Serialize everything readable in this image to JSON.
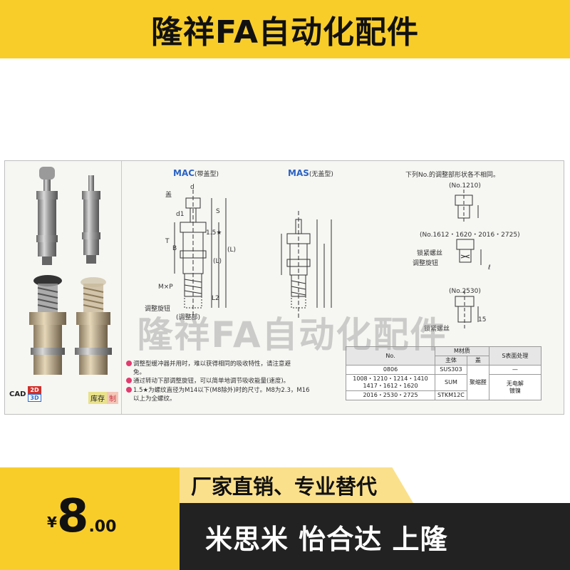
{
  "banner": {
    "title": "隆祥FA自动化配件"
  },
  "panel": {
    "mac_label": "MAC",
    "mac_sub": "(带盖型)",
    "mas_label": "MAS",
    "mas_sub": "(无盖型)",
    "diagram_labels": {
      "cap": "盖",
      "d": "d",
      "d1": "d1",
      "s": "S",
      "t": "T",
      "b": "B",
      "l1_1": "1.5★",
      "l_paren1": "(L)",
      "l_paren2": "(L)",
      "l2": "L2",
      "mxp": "M×P",
      "knob": "调整旋钮",
      "knob_part": "(调整部)"
    },
    "right_heading": "下列No.的调整部形状各不相同。",
    "variant_1210": "(No.1210)",
    "variant_group": "(No.1612・1620・2016・2725)",
    "lock_screw": "锁紧螺丝",
    "adjust_knob": "调整旋钮",
    "variant_2530": "(No.2530)",
    "lock_screw_2": "锁紧螺丝",
    "dim_l": "ℓ",
    "dim_15": "15",
    "notes": [
      "调整型缓冲器并用时，难以获得相同的吸收特性，请注意避",
      "免。",
      "通过转动下部调整旋钮，可以简单地调节吸收能量(速度)。",
      "1.5★为螺纹直径为M14以下(M8除外)时的尺寸。M8为2.3，M16",
      "以上为全螺纹。"
    ],
    "cad_label": "CAD",
    "cad_2d": "2D",
    "cad_3d": "3D",
    "stock_a": "库存",
    "stock_b": "制",
    "table": {
      "col_no": "No.",
      "col_material": "材质",
      "col_material_icon": "M",
      "col_body": "主体",
      "col_cap": "盖",
      "col_surface": "表面处理",
      "col_surface_icon": "S",
      "rows": [
        {
          "no": "0806",
          "body": "SUS303"
        },
        {
          "no": "1008・1210・1214・1410",
          "no2": "1417・1612・1620",
          "body": "SUM"
        },
        {
          "no": "2016・2530・2725",
          "body": "STKM12C"
        }
      ],
      "cap_value": "聚缩醛",
      "surface_first": "—",
      "surface_rest": "无电解",
      "surface_rest2": "镀镍"
    }
  },
  "watermark": "隆祥FA自动化配件",
  "price": {
    "currency": "¥",
    "integer": "8",
    "decimal": ".00"
  },
  "slogan_top": "厂家直销、专业替代",
  "slogan_bottom": "米思米 怡合达 上隆"
}
